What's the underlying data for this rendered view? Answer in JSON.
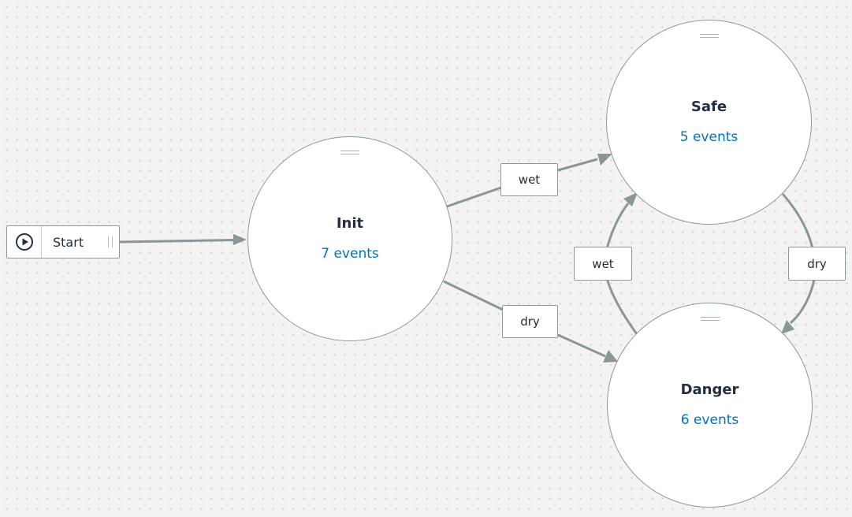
{
  "start": {
    "label": "Start",
    "icon": "play-circle-icon"
  },
  "states": {
    "init": {
      "name": "Init",
      "events": "7 events"
    },
    "safe": {
      "name": "Safe",
      "events": "5 events"
    },
    "danger": {
      "name": "Danger",
      "events": "6 events"
    }
  },
  "transitions": {
    "init_safe": {
      "label": "wet"
    },
    "init_danger": {
      "label": "dry"
    },
    "danger_safe": {
      "label": "wet"
    },
    "safe_danger": {
      "label": "dry"
    }
  },
  "colors": {
    "edge": "#8a9797",
    "border": "#8d9999",
    "event_link": "#0073bb",
    "state_title": "#232f3e"
  }
}
